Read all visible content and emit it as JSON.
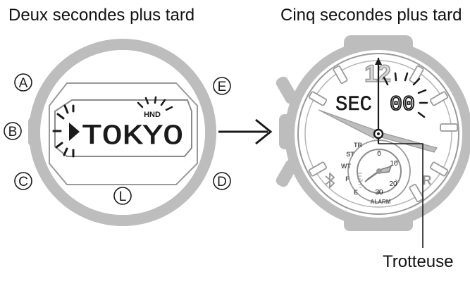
{
  "left_panel": {
    "title": "Deux secondes plus tard",
    "display_text": "TOKYO",
    "indicator_label": "HND",
    "buttons": [
      "A",
      "B",
      "C",
      "D",
      "E",
      "L"
    ]
  },
  "right_panel": {
    "title": "Cinq secondes plus tard",
    "numeral_12": "12",
    "digital_label": "SEC",
    "digital_value": "00",
    "subdial_modes": [
      "TR",
      "ST",
      "WT",
      "F",
      "E"
    ],
    "subdial_scale": [
      "0",
      "10",
      "20",
      "30"
    ],
    "alarm_label": "ALARM",
    "r_label": "R",
    "callout": "Trotteuse"
  },
  "colors": {
    "bezel": "#bdbdbd",
    "outline": "#9a9a9a",
    "ink": "#1a1a1a"
  },
  "icons": {
    "arrow": "right-arrow-icon",
    "bluetooth": "bluetooth-icon",
    "flash": "flash-marks-icon"
  }
}
